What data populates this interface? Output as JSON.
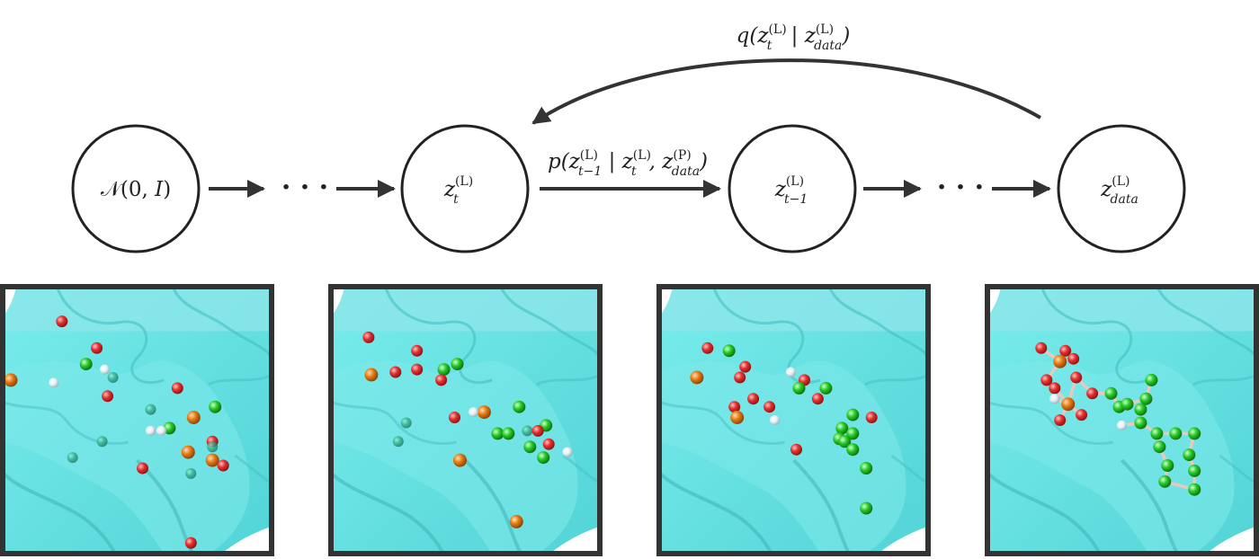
{
  "nodes": [
    {
      "id": "noise",
      "label_parts": [
        {
          "t": "𝒩",
          "up": true
        },
        {
          "t": "(0, "
        },
        {
          "t": "I"
        },
        {
          "t": ")"
        }
      ]
    },
    {
      "id": "zt",
      "base": "z",
      "sub": "t",
      "sup": "(L)"
    },
    {
      "id": "zt1",
      "base": "z",
      "sub": "t−1",
      "sup": "(L)"
    },
    {
      "id": "zdata",
      "base": "z",
      "sub": "data",
      "sup": "(L)"
    }
  ],
  "ellipsis": "· · ·",
  "forward_label": "p(z_{t−1}^{(L)} | z_t^{(L)}, z_{data}^{(P)})",
  "reverse_label": "q(z_t^{(L)} | z_{data}^{(L)})",
  "colors": {
    "surface_light": "#6ee6e6",
    "surface_mid": "#4fd3d3",
    "surface_dark": "#38b9bb",
    "band": "#8fe6e8",
    "oxygen": "#e53030",
    "carbon": "#27cc27",
    "phosphorus": "#e87b10",
    "hydrogen": "#e3f2f6",
    "nitrogen_faded": "#2fb08a",
    "bond": "#e8c9c0",
    "frame": "#333333",
    "line": "#333333"
  },
  "panels": [
    {
      "atoms": [
        [
          0.22,
          0.13,
          "oxygen"
        ],
        [
          0.35,
          0.23,
          "oxygen"
        ],
        [
          0.03,
          0.35,
          "phosphorus"
        ],
        [
          0.31,
          0.29,
          "carbon"
        ],
        [
          0.38,
          0.31,
          "hydrogen"
        ],
        [
          0.41,
          0.34,
          "nitrogen_faded"
        ],
        [
          0.19,
          0.36,
          "hydrogen"
        ],
        [
          0.65,
          0.38,
          "oxygen"
        ],
        [
          0.39,
          0.41,
          "oxygen"
        ],
        [
          0.55,
          0.46,
          "nitrogen_faded"
        ],
        [
          0.79,
          0.45,
          "carbon"
        ],
        [
          0.71,
          0.49,
          "phosphorus"
        ],
        [
          0.62,
          0.53,
          "carbon"
        ],
        [
          0.55,
          0.54,
          "hydrogen"
        ],
        [
          0.59,
          0.54,
          "hydrogen"
        ],
        [
          0.37,
          0.58,
          "nitrogen_faded"
        ],
        [
          0.78,
          0.58,
          "oxygen"
        ],
        [
          0.78,
          0.6,
          "nitrogen_faded"
        ],
        [
          0.69,
          0.62,
          "phosphorus"
        ],
        [
          0.78,
          0.65,
          "phosphorus"
        ],
        [
          0.82,
          0.67,
          "oxygen"
        ],
        [
          0.26,
          0.64,
          "nitrogen_faded"
        ],
        [
          0.52,
          0.68,
          "oxygen"
        ],
        [
          0.7,
          0.7,
          "nitrogen_faded"
        ],
        [
          0.7,
          0.96,
          "oxygen"
        ]
      ]
    },
    {
      "atoms": [
        [
          0.14,
          0.19,
          "oxygen"
        ],
        [
          0.32,
          0.24,
          "oxygen"
        ],
        [
          0.15,
          0.33,
          "phosphorus"
        ],
        [
          0.24,
          0.32,
          "oxygen"
        ],
        [
          0.32,
          0.31,
          "oxygen"
        ],
        [
          0.42,
          0.31,
          "carbon"
        ],
        [
          0.47,
          0.29,
          "carbon"
        ],
        [
          0.41,
          0.35,
          "oxygen"
        ],
        [
          0.57,
          0.47,
          "phosphorus"
        ],
        [
          0.53,
          0.47,
          "hydrogen"
        ],
        [
          0.46,
          0.49,
          "oxygen"
        ],
        [
          0.28,
          0.51,
          "nitrogen_faded"
        ],
        [
          0.7,
          0.45,
          "carbon"
        ],
        [
          0.8,
          0.52,
          "carbon"
        ],
        [
          0.73,
          0.54,
          "nitrogen_faded"
        ],
        [
          0.62,
          0.55,
          "carbon"
        ],
        [
          0.66,
          0.55,
          "carbon"
        ],
        [
          0.77,
          0.54,
          "oxygen"
        ],
        [
          0.81,
          0.59,
          "oxygen"
        ],
        [
          0.74,
          0.6,
          "carbon"
        ],
        [
          0.88,
          0.62,
          "hydrogen"
        ],
        [
          0.79,
          0.64,
          "carbon"
        ],
        [
          0.25,
          0.58,
          "nitrogen_faded"
        ],
        [
          0.48,
          0.65,
          "phosphorus"
        ],
        [
          0.69,
          0.88,
          "phosphorus"
        ]
      ]
    },
    {
      "atoms": [
        [
          0.18,
          0.23,
          "oxygen"
        ],
        [
          0.26,
          0.24,
          "carbon"
        ],
        [
          0.32,
          0.3,
          "oxygen"
        ],
        [
          0.14,
          0.34,
          "phosphorus"
        ],
        [
          0.3,
          0.34,
          "oxygen"
        ],
        [
          0.49,
          0.32,
          "hydrogen"
        ],
        [
          0.54,
          0.35,
          "oxygen"
        ],
        [
          0.52,
          0.38,
          "carbon"
        ],
        [
          0.62,
          0.38,
          "carbon"
        ],
        [
          0.35,
          0.42,
          "oxygen"
        ],
        [
          0.59,
          0.42,
          "oxygen"
        ],
        [
          0.28,
          0.45,
          "oxygen"
        ],
        [
          0.41,
          0.45,
          "oxygen"
        ],
        [
          0.43,
          0.5,
          "hydrogen"
        ],
        [
          0.29,
          0.49,
          "phosphorus"
        ],
        [
          0.72,
          0.48,
          "carbon"
        ],
        [
          0.79,
          0.49,
          "oxygen"
        ],
        [
          0.68,
          0.53,
          "carbon"
        ],
        [
          0.72,
          0.55,
          "carbon"
        ],
        [
          0.67,
          0.57,
          "carbon"
        ],
        [
          0.69,
          0.58,
          "carbon"
        ],
        [
          0.72,
          0.61,
          "carbon"
        ],
        [
          0.51,
          0.61,
          "oxygen"
        ],
        [
          0.77,
          0.68,
          "carbon"
        ],
        [
          0.77,
          0.83,
          "carbon"
        ]
      ]
    }
  ],
  "final_molecule": {
    "atoms": [
      [
        0.2,
        0.23,
        "oxygen"
      ],
      [
        0.29,
        0.24,
        "oxygen"
      ],
      [
        0.32,
        0.27,
        "oxygen"
      ],
      [
        0.27,
        0.28,
        "phosphorus"
      ],
      [
        0.22,
        0.35,
        "oxygen"
      ],
      [
        0.25,
        0.38,
        "oxygen"
      ],
      [
        0.33,
        0.34,
        "oxygen"
      ],
      [
        0.39,
        0.4,
        "oxygen"
      ],
      [
        0.46,
        0.4,
        "carbon"
      ],
      [
        0.25,
        0.42,
        "hydrogen"
      ],
      [
        0.3,
        0.44,
        "phosphorus"
      ],
      [
        0.35,
        0.48,
        "oxygen"
      ],
      [
        0.27,
        0.5,
        "oxygen"
      ],
      [
        0.49,
        0.45,
        "carbon"
      ],
      [
        0.52,
        0.44,
        "carbon"
      ],
      [
        0.59,
        0.42,
        "carbon"
      ],
      [
        0.57,
        0.46,
        "carbon"
      ],
      [
        0.61,
        0.35,
        "carbon"
      ],
      [
        0.57,
        0.51,
        "carbon"
      ],
      [
        0.5,
        0.52,
        "hydrogen"
      ],
      [
        0.63,
        0.55,
        "carbon"
      ],
      [
        0.7,
        0.55,
        "carbon"
      ],
      [
        0.77,
        0.55,
        "carbon"
      ],
      [
        0.75,
        0.63,
        "carbon"
      ],
      [
        0.64,
        0.6,
        "carbon"
      ],
      [
        0.67,
        0.67,
        "carbon"
      ],
      [
        0.77,
        0.69,
        "carbon"
      ],
      [
        0.66,
        0.73,
        "carbon"
      ],
      [
        0.77,
        0.76,
        "carbon"
      ]
    ],
    "bonds": [
      [
        0,
        3
      ],
      [
        1,
        3
      ],
      [
        2,
        3
      ],
      [
        3,
        4
      ],
      [
        4,
        5
      ],
      [
        5,
        10
      ],
      [
        6,
        10
      ],
      [
        10,
        11
      ],
      [
        10,
        12
      ],
      [
        10,
        9
      ],
      [
        6,
        7
      ],
      [
        7,
        8
      ],
      [
        8,
        13
      ],
      [
        13,
        14
      ],
      [
        14,
        15
      ],
      [
        15,
        16
      ],
      [
        15,
        17
      ],
      [
        16,
        18
      ],
      [
        18,
        19
      ],
      [
        18,
        20
      ],
      [
        20,
        21
      ],
      [
        21,
        22
      ],
      [
        22,
        23
      ],
      [
        23,
        26
      ],
      [
        26,
        28
      ],
      [
        28,
        27
      ],
      [
        27,
        25
      ],
      [
        25,
        24
      ],
      [
        24,
        20
      ]
    ]
  }
}
